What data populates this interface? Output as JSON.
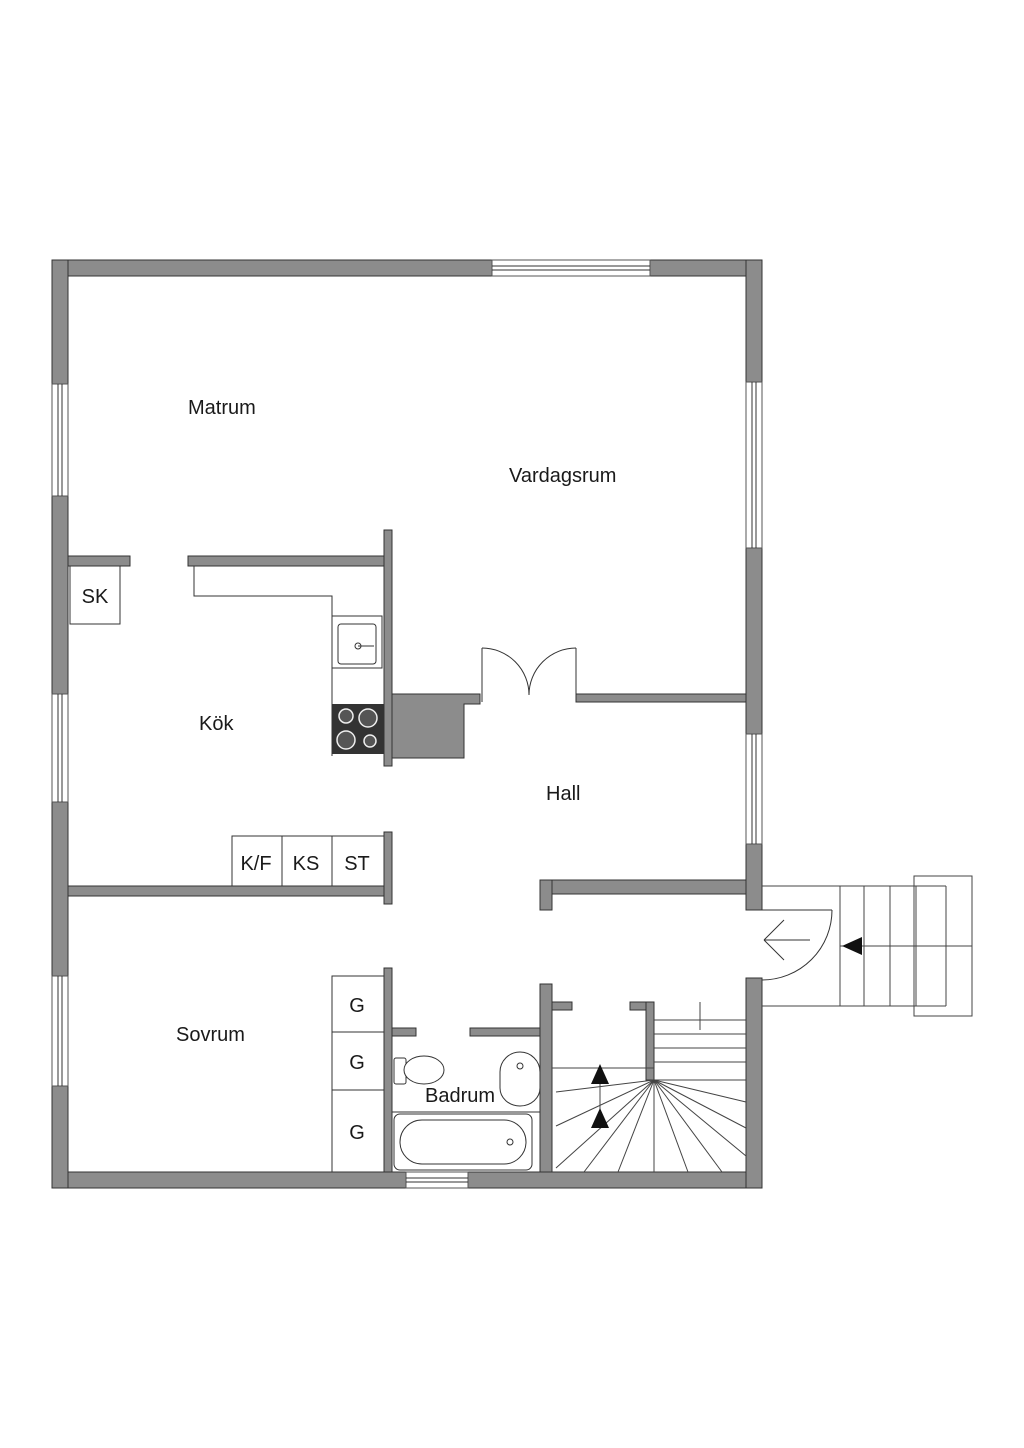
{
  "rooms": {
    "matrum": "Matrum",
    "vardagsrum": "Vardagsrum",
    "kok": "Kök",
    "hall": "Hall",
    "sovrum": "Sovrum",
    "badrum": "Badrum"
  },
  "fixtures": {
    "sk": "SK",
    "kf": "K/F",
    "ks": "KS",
    "st": "ST",
    "g1": "G",
    "g2": "G",
    "g3": "G"
  },
  "colors": {
    "wall": "#8c8c8c",
    "line": "#333333",
    "background": "#ffffff"
  }
}
